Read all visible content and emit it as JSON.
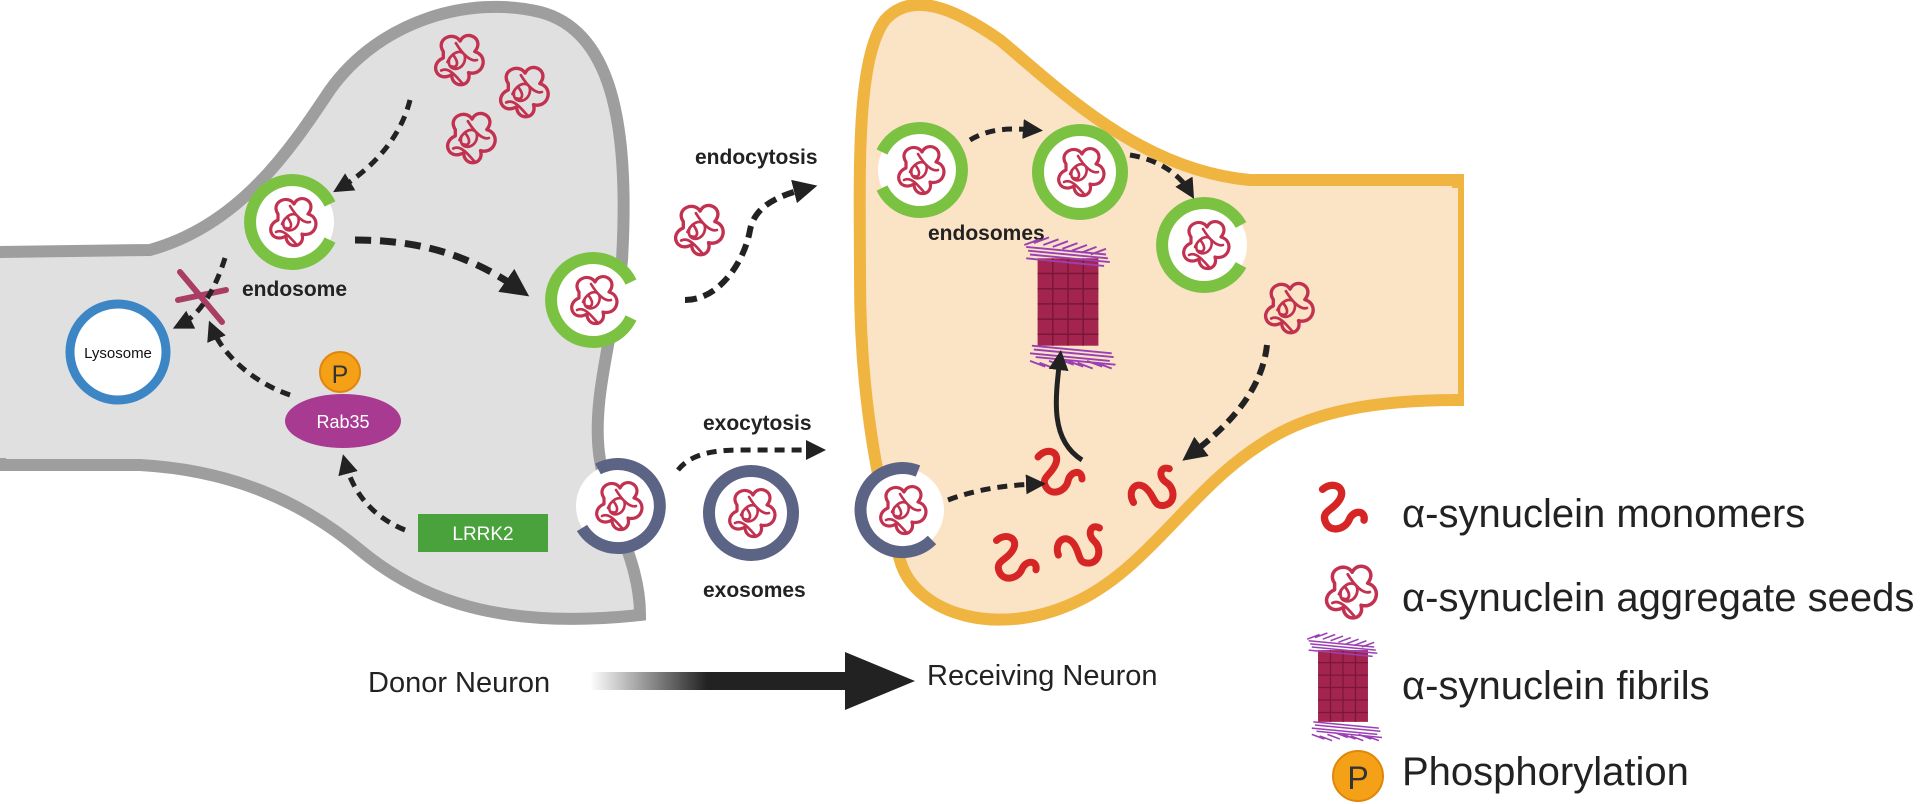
{
  "labels": {
    "endocytosis": "endocytosis",
    "exocytosis": "exocytosis",
    "endosome": "endosome",
    "endosomes": "endosomes",
    "exosomes": "exosomes",
    "lysosome": "Lysosome",
    "rab35": "Rab35",
    "lrrk2": "LRRK2",
    "phospho_badge": "P",
    "donor_neuron": "Donor Neuron",
    "receiving_neuron": "Receiving Neuron"
  },
  "legend": [
    {
      "label": "α-synuclein monomers",
      "icon": "monomer-icon"
    },
    {
      "label": "α-synuclein aggregate seeds",
      "icon": "aggregate-seed-icon"
    },
    {
      "label": "α-synuclein fibrils",
      "icon": "fibril-icon"
    },
    {
      "label": "Phosphorylation",
      "icon": "phosphorylation-icon",
      "badge": "P"
    }
  ],
  "colors": {
    "donor_fill": "#e0e0e0",
    "donor_outline": "#9e9e9e",
    "receiving_fill": "#fbe3c6",
    "receiving_outline": "#f0b541",
    "endosome_ring": "#7cc242",
    "exosome_ring": "#5b6485",
    "seed": "#c2314f",
    "monomer": "#d62525",
    "lysosome_ring": "#3d86c6",
    "rab35": "#a93a92",
    "lrrk2": "#4aa23d",
    "phospho": "#f5a118"
  }
}
